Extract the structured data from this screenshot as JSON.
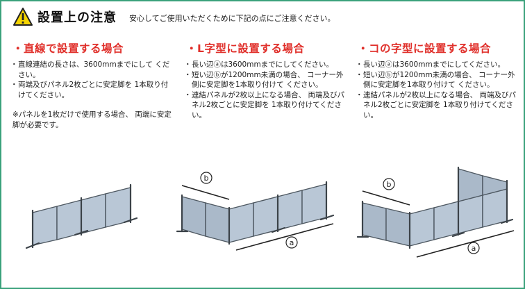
{
  "header": {
    "title": "設置上の注意",
    "subtitle": "安心してご使用いただくために下記の点にご注意ください。"
  },
  "sections": [
    {
      "heading": "・直線で設置する場合",
      "items": [
        "直線連結の長さは、3600mmまでにして ください。",
        "両端及びパネル2枚ごとに安定脚を 1本取り付けてください。"
      ],
      "note": "※パネルを1枚だけで使用する場合、 両端に安定脚が必要です。"
    },
    {
      "heading": "・L字型に設置する場合",
      "items": [
        "長い辺ⓐは3600mmまでにしてください。",
        "短い辺ⓑが1200mm未満の場合、 コーナー外側に安定脚を1本取り付けて ください。",
        "連結パネルが2枚以上になる場合、 両端及びパネル2枚ごとに安定脚を 1本取り付けてください。"
      ],
      "label_a": "a",
      "label_b": "b"
    },
    {
      "heading": "・コの字型に設置する場合",
      "items": [
        "長い辺ⓐは3600mmまでにしてください。",
        "短い辺ⓑが1200mm未満の場合、 コーナー外側に安定脚を1本取り付けて ください。",
        "連結パネルが2枚以上になる場合、 両端及びパネル2枚ごとに安定脚を 1本取り付けてください。"
      ],
      "label_a": "a",
      "label_b": "b"
    }
  ],
  "colors": {
    "border": "#3aa27b",
    "heading": "#e0302b",
    "panel": "#b9c7d6",
    "frame": "#555e66",
    "warning": "#f5d400"
  }
}
